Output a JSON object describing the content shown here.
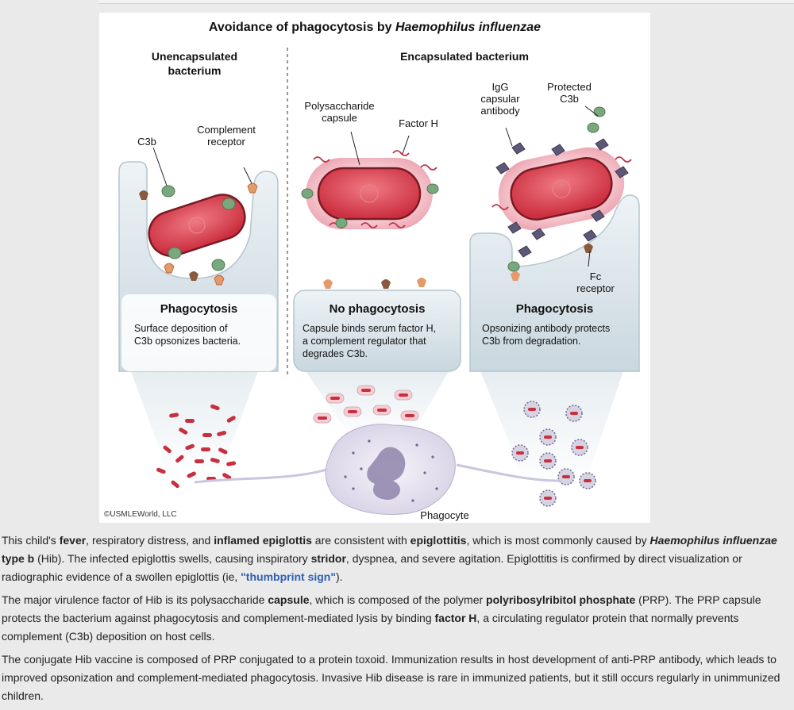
{
  "figure": {
    "title_prefix": "Avoidance of phagocytosis by ",
    "title_italic": "Haemophilus influenzae",
    "header_left_line1": "Unencapsulated",
    "header_left_line2": "bacterium",
    "header_right": "Encapsulated bacterium",
    "labels": {
      "c3b": "C3b",
      "complement_receptor_1": "Complement",
      "complement_receptor_2": "receptor",
      "polysaccharide_1": "Polysaccharide",
      "polysaccharide_2": "capsule",
      "factor_h": "Factor H",
      "igg_1": "IgG",
      "igg_2": "capsular",
      "igg_3": "antibody",
      "protected_1": "Protected",
      "protected_2": "C3b",
      "fc_1": "Fc",
      "fc_2": "receptor",
      "phagocyte": "Phagocyte"
    },
    "panels": [
      {
        "title": "Phagocytosis",
        "desc_1": "Surface deposition of",
        "desc_2": "C3b opsonizes bacteria.",
        "desc_3": ""
      },
      {
        "title": "No phagocytosis",
        "desc_1": "Capsule binds serum factor H,",
        "desc_2": "a complement regulator that",
        "desc_3": "degrades C3b."
      },
      {
        "title": "Phagocytosis",
        "desc_1": "Opsonizing antibody protects",
        "desc_2": "C3b from degradation.",
        "desc_3": ""
      }
    ],
    "copyright": "©USMLEWorld, LLC",
    "colors": {
      "bacterium": "#d8404e",
      "capsule": "#f1b6c0",
      "cell": "#d9e4ea",
      "c3b": "#7aa87e",
      "receptor": "#e59a6a",
      "antibody": "#5d5877"
    }
  },
  "article": {
    "p1": {
      "a": "This child's ",
      "fever": "fever",
      "b": ", respiratory distress, and ",
      "inflamed": "inflamed epiglottis",
      "c": " are consistent with ",
      "epiglottitis": "epiglottitis",
      "d": ", which is most commonly caused by ",
      "organism": "Haemophilus influenzae",
      "type_b": " type b",
      "e": " (Hib).  The infected epiglottis swells, causing inspiratory ",
      "stridor": "stridor",
      "f": ", dyspnea, and severe agitation.  Epiglottitis is confirmed by direct visualization or radiographic evidence of a swollen epiglottis (ie, ",
      "thumbprint": "\"thumbprint sign\"",
      "g": ")."
    },
    "p2": {
      "a": "The major virulence factor of Hib is its polysaccharide ",
      "capsule": "capsule",
      "b": ", which is composed of the polymer ",
      "prp": "polyribosylribitol phosphate",
      "c": " (PRP).  The PRP capsule protects the bacterium against phagocytosis and complement-mediated lysis by binding ",
      "factor_h": "factor H",
      "d": ", a circulating regulator protein that normally prevents complement (C3b) deposition on host cells."
    },
    "p3": {
      "a": "The conjugate Hib vaccine is composed of PRP conjugated to a protein toxoid.  Immunization results in host development of anti-PRP antibody, which leads to improved opsonization and complement-mediated phagocytosis.  Invasive Hib disease is rare in immunized patients, but it still occurs regularly in unimmunized children."
    }
  }
}
